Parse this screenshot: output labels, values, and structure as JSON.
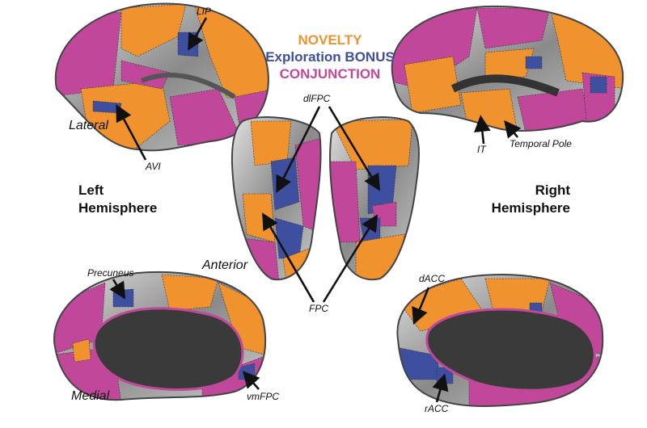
{
  "legend": {
    "items": [
      {
        "label": "NOVELTY",
        "color": "#F0922E"
      },
      {
        "label": "Exploration BONUS",
        "color": "#3F4FA0"
      },
      {
        "label": "CONJUNCTION",
        "color": "#C0479A"
      }
    ]
  },
  "hemispheres": {
    "left": {
      "line1": "Left",
      "line2": "Hemisphere"
    },
    "right": {
      "line1": "Right",
      "line2": "Hemisphere"
    }
  },
  "views": {
    "lateral": "Lateral",
    "anterior": "Anterior",
    "medial": "Medial"
  },
  "regions": {
    "lip": "LIP",
    "avi": "AVI",
    "it": "IT",
    "temporal_pole": "Temporal Pole",
    "dlfpc": "dlFPC",
    "fpc": "FPC",
    "precuneus": "Precuneus",
    "vmfpc": "vmFPC",
    "dacc": "dACC",
    "racc": "rACC"
  },
  "colors": {
    "gray": "#9a9a9a",
    "dark": "#3a3a3a"
  }
}
